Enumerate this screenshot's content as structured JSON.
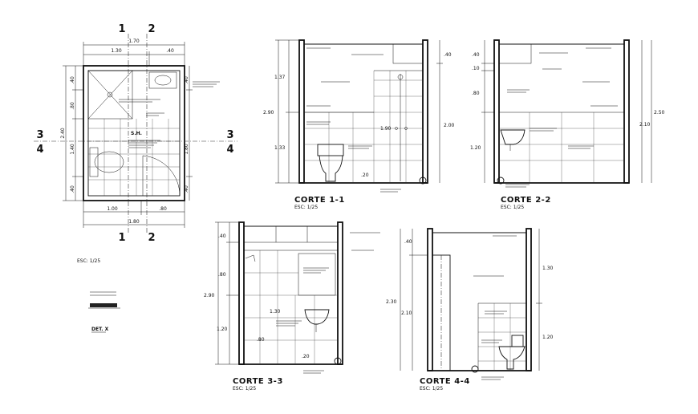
{
  "plan": {
    "dims_top": [
      "1.70",
      "1.30",
      ".40"
    ],
    "dims_bottom": [
      "1.00",
      ".80",
      "1.80"
    ],
    "dims_left": [
      ".40",
      "2.40",
      ".80",
      "1.40",
      ".40"
    ],
    "dims_right": [
      ".40",
      "1.80",
      ".40"
    ],
    "cut_top": [
      "1",
      "2"
    ],
    "cut_bottom": [
      "1",
      "2"
    ],
    "cut_left": [
      "3",
      "4"
    ],
    "cut_right": [
      "3",
      "4"
    ],
    "room_label": "S.H.",
    "scale": "ESC: 1/25"
  },
  "detail": {
    "label": "DET. X"
  },
  "sections": {
    "s1": {
      "title": "CORTE 1-1",
      "scale": "ESC: 1/25",
      "dims_left": [
        "1.37",
        "2.90",
        "1.33"
      ],
      "dims_right": [
        ".40",
        "2.00"
      ],
      "dims_inner": [
        "1.90",
        ".20"
      ]
    },
    "s2": {
      "title": "CORTE 2-2",
      "scale": "ESC: 1/25",
      "dims_left": [
        ".40",
        ".10",
        ".80",
        "1.20"
      ],
      "dims_right": [
        "2.10",
        "2.50"
      ]
    },
    "s3": {
      "title": "CORTE 3-3",
      "scale": "ESC: 1/25",
      "dims_left": [
        ".40",
        ".80",
        "2.90",
        "1.20"
      ],
      "dims_inner": [
        "1.30",
        ".80",
        ".20"
      ]
    },
    "s4": {
      "title": "CORTE 4-4",
      "scale": "ESC: 1/25",
      "dims_left": [
        ".40",
        "2.30",
        "2.10"
      ],
      "dims_right": [
        "1.30",
        "1.20"
      ]
    }
  }
}
